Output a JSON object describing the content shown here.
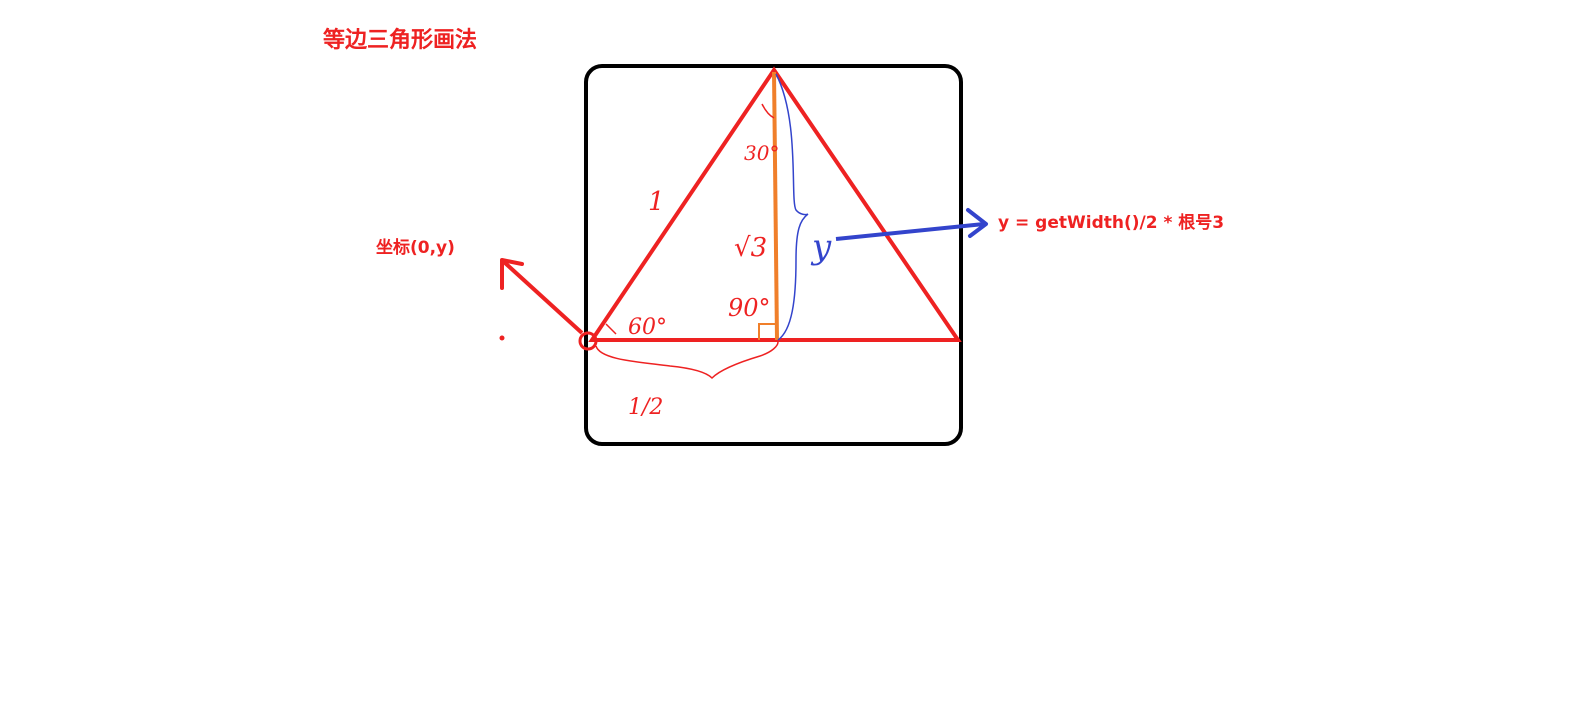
{
  "title": "等边三角形画法",
  "coordinate_label": "坐标(0,y)",
  "formula": "y = getWidth()/2 * 根号3",
  "handwritten": {
    "hypotenuse": "1",
    "half_base": "1/2",
    "height": "√3",
    "height_var": "y",
    "angle_top": "30°",
    "angle_left": "60°",
    "angle_right": "90°"
  },
  "colors": {
    "triangle": "#ee2222",
    "altitude": "#f07f2a",
    "box": "#000000",
    "arrow_blue": "#3344cc",
    "arrow_red": "#ee2222",
    "brace_blue": "#3344cc",
    "text_red": "#ee2222"
  }
}
